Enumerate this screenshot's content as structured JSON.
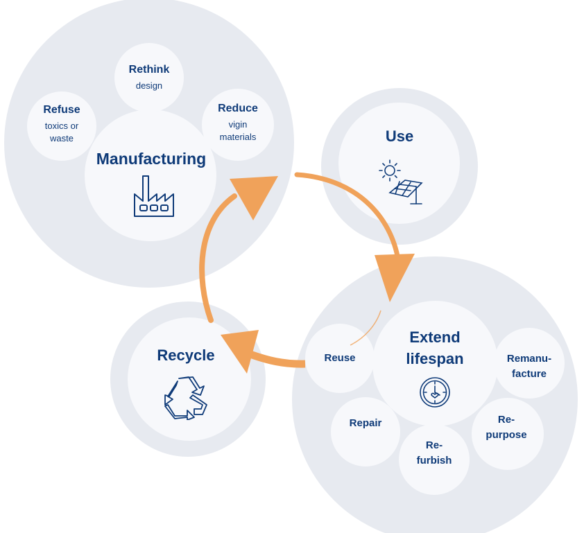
{
  "manufacturing": {
    "title": "Manufacturing",
    "icon": "factory-icon",
    "rethink": {
      "title": "Rethink",
      "sub": "design"
    },
    "refuse": {
      "title": "Refuse",
      "sub1": "toxics or",
      "sub2": "waste"
    },
    "reduce": {
      "title": "Reduce",
      "sub1": "vigin",
      "sub2": "materials"
    }
  },
  "use": {
    "title": "Use",
    "icon": "solar-panel-icon"
  },
  "extend": {
    "title1": "Extend",
    "title2": "lifespan",
    "icon": "clock-heart-icon",
    "reuse": "Reuse",
    "repair": "Repair",
    "refurbish1": "Re-",
    "refurbish2": "furbish",
    "repurpose1": "Re-",
    "repurpose2": "purpose",
    "remanufacture1": "Remanu-",
    "remanufacture2": "facture"
  },
  "recycle": {
    "title": "Recycle",
    "icon": "recycle-icon"
  },
  "colors": {
    "text": "#0e3a78",
    "outer_circle": "#e7eaf0",
    "inner_circle": "#f7f8fb",
    "arrow": "#f0a25a"
  }
}
